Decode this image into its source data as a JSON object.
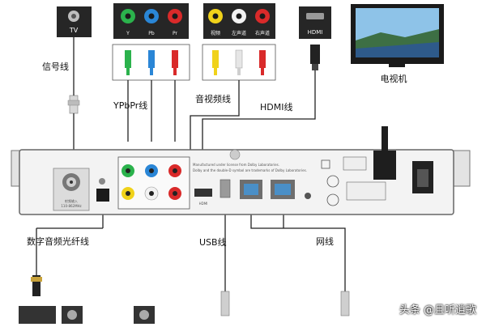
{
  "tv_port": {
    "label": "TV"
  },
  "component_ports": {
    "labels": [
      "Y",
      "Pb",
      "Pr"
    ]
  },
  "av_ports": {
    "labels": [
      "视频",
      "左声道",
      "右声道"
    ]
  },
  "hdmi_port": {
    "label": "HDMI"
  },
  "television": {
    "caption": "电视机"
  },
  "cables": {
    "signal": "信号线",
    "ypbpr": "YPbPr线",
    "av": "音视频线",
    "hdmi": "HDMI线",
    "optical": "数字音频光纤线",
    "usb": "USB线",
    "network": "网线"
  },
  "device": {
    "dolby_notice_1": "Manufactured under license from Dolby Laboratories.",
    "dolby_notice_2": "Dolby and the double-D symbol are trademarks of Dolby Laboratories.",
    "rf_in_label": "射频输入",
    "rf_in_freq": "110-862MHz",
    "hdmi_mark": "HDMI"
  },
  "watermark": "头条 @且听逍歌",
  "colors": {
    "y": "#2bb24c",
    "pb": "#2a86d6",
    "pr": "#d92a2a",
    "video": "#f0d21a",
    "audio_left": "#f2f2f2",
    "audio_right": "#d92a2a"
  }
}
